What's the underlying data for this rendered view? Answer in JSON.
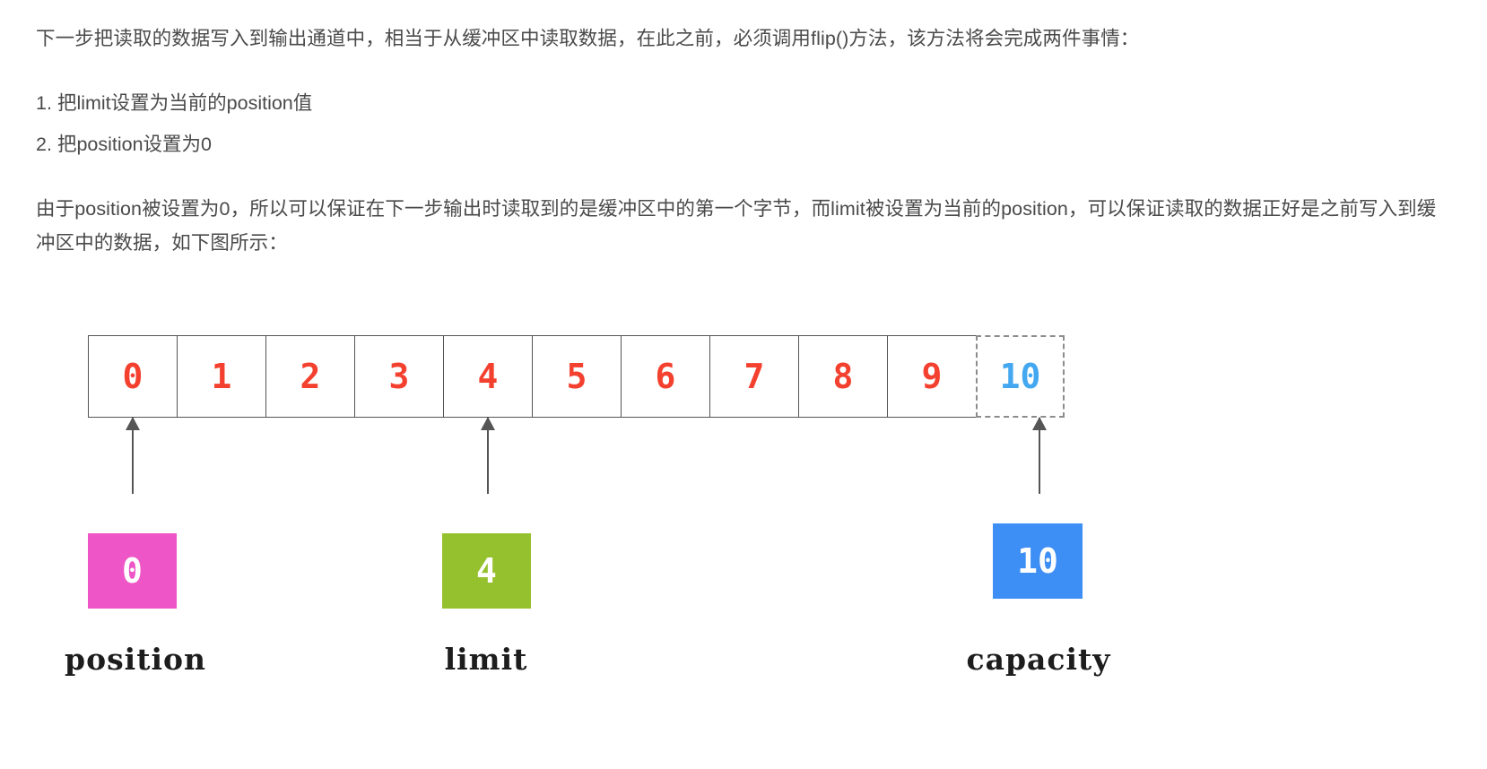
{
  "article": {
    "intro_paragraph": "下一步把读取的数据写入到输出通道中，相当于从缓冲区中读取数据，在此之前，必须调用flip()方法，该方法将会完成两件事情：",
    "steps": [
      {
        "number": "1.",
        "text": "把limit设置为当前的position值"
      },
      {
        "number": "2.",
        "text": "把position设置为0"
      }
    ],
    "body_paragraph": "由于position被设置为0，所以可以保证在下一步输出时读取到的是缓冲区中的第一个字节，而limit被设置为当前的position，可以保证读取的数据正好是之前写入到缓冲区中的数据，如下图所示："
  },
  "diagram": {
    "buffer_cells": [
      {
        "label": "0",
        "state": "filled"
      },
      {
        "label": "1",
        "state": "filled"
      },
      {
        "label": "2",
        "state": "filled"
      },
      {
        "label": "3",
        "state": "filled"
      },
      {
        "label": "4",
        "state": "filled"
      },
      {
        "label": "5",
        "state": "filled"
      },
      {
        "label": "6",
        "state": "filled"
      },
      {
        "label": "7",
        "state": "filled"
      },
      {
        "label": "8",
        "state": "filled"
      },
      {
        "label": "9",
        "state": "filled"
      },
      {
        "label": "10",
        "state": "ghost"
      }
    ],
    "markers": [
      {
        "key": "position",
        "value": "0",
        "caption": "position",
        "color": "#ee55c6",
        "points_at_cell": "0"
      },
      {
        "key": "limit",
        "value": "4",
        "caption": "limit",
        "color": "#96c12e",
        "points_at_cell": "4"
      },
      {
        "key": "capacity",
        "value": "10",
        "caption": "capacity",
        "color": "#3d8ef5",
        "points_at_cell": "10"
      }
    ],
    "colors": {
      "cell_text": "#f4402e",
      "ghost_cell_text": "#44a8f0",
      "cell_border": "#555555",
      "ghost_cell_border": "#8c8c8c",
      "arrow": "#555555"
    }
  }
}
